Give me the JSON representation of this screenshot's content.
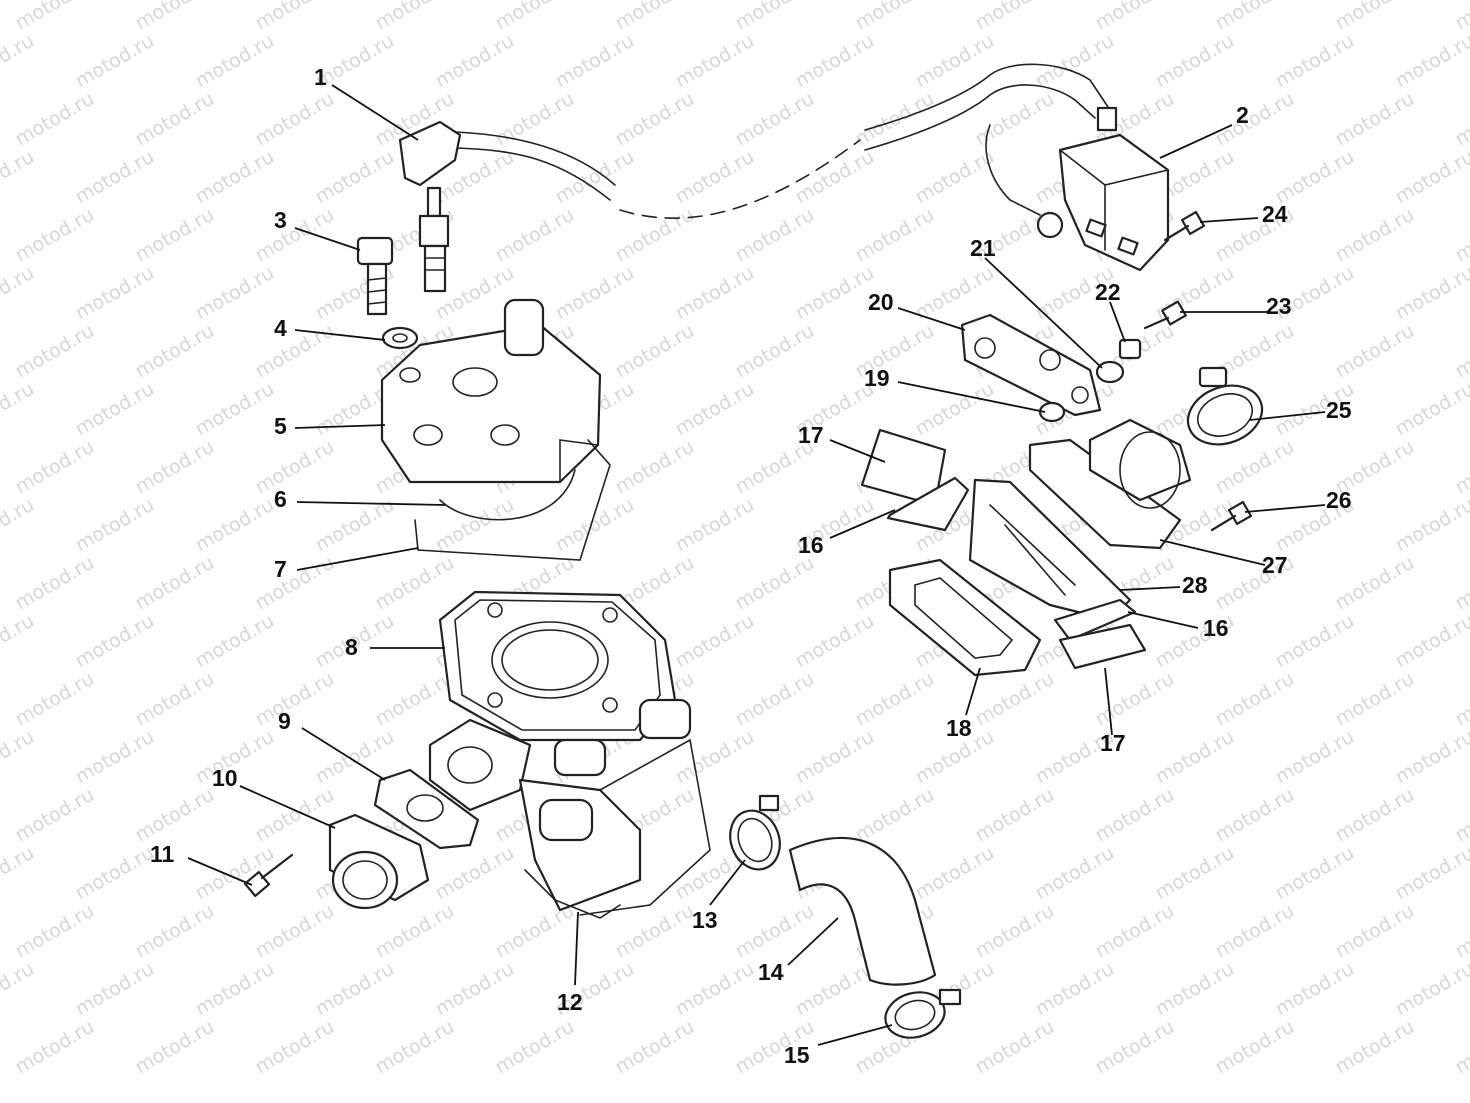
{
  "watermark": "motod.ru",
  "callouts": [
    "1",
    "2",
    "3",
    "4",
    "5",
    "6",
    "7",
    "8",
    "9",
    "10",
    "11",
    "12",
    "13",
    "14",
    "15",
    "16",
    "16",
    "17",
    "17",
    "18",
    "19",
    "20",
    "21",
    "22",
    "23",
    "24",
    "25",
    "26",
    "27",
    "28"
  ]
}
